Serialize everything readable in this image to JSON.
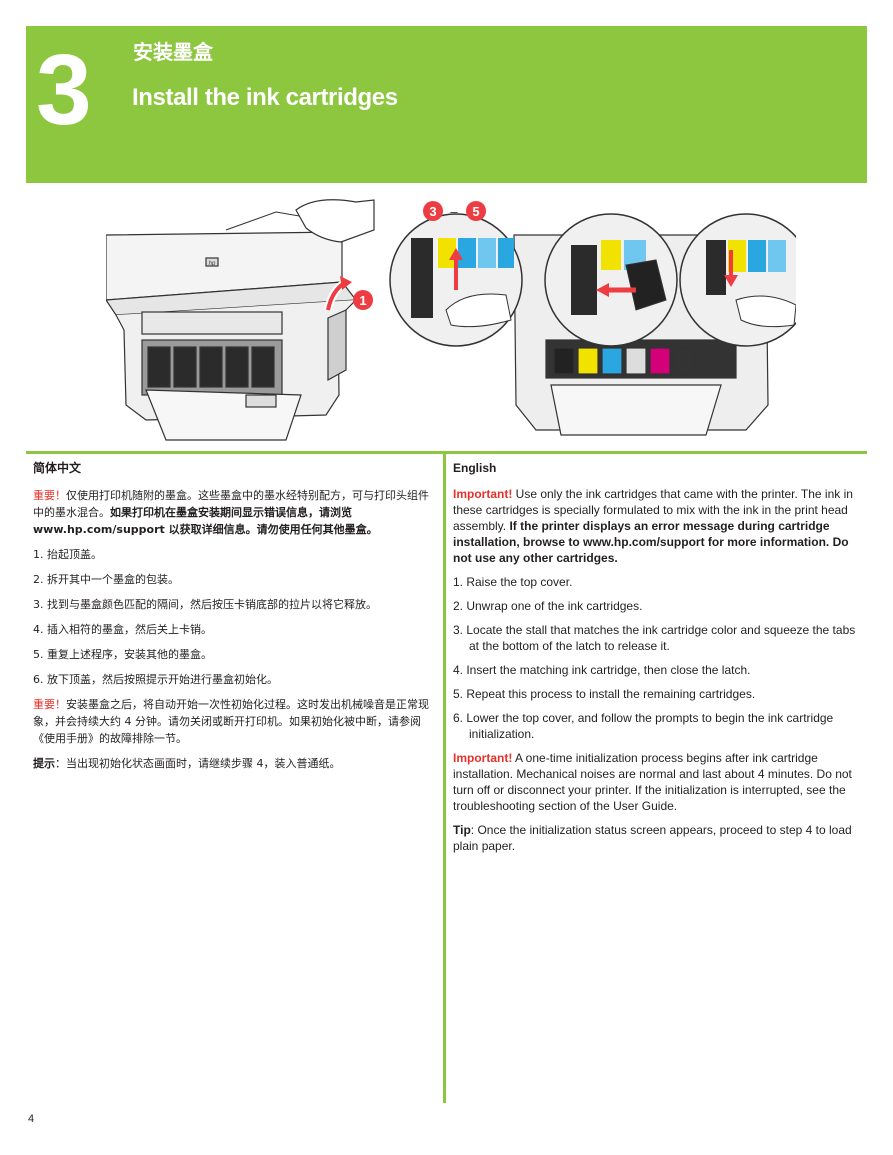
{
  "colors": {
    "accent": "#8dc63f",
    "red": "#e8312b",
    "badge": "#ee3d42"
  },
  "header": {
    "step_number": "3",
    "title_zh": "安装墨盒",
    "title_en": "Install the ink cartridges"
  },
  "illustration": {
    "badge_1": "1",
    "badge_3": "3",
    "badge_dash": "–",
    "badge_5": "5",
    "printer_logo": "hp"
  },
  "zh": {
    "heading": "简体中文",
    "important_label": "重要！",
    "important_text": "仅使用打印机随附的墨盒。这些墨盒中的墨水经特别配方，可与打印头组件中的墨水混合。",
    "important_bold": "如果打印机在墨盒安装期间显示错误信息，请浏览 www.hp.com/support 以获取详细信息。请勿使用任何其他墨盒。",
    "steps": [
      "1. 抬起顶盖。",
      "2. 拆开其中一个墨盒的包装。",
      "3. 找到与墨盒颜色匹配的隔间，然后按压卡销底部的拉片以将它释放。",
      "4. 插入相符的墨盒，然后关上卡销。",
      "5. 重复上述程序，安装其他的墨盒。",
      "6. 放下顶盖，然后按照提示开始进行墨盒初始化。"
    ],
    "important2_label": "重要！",
    "important2_text": "安装墨盒之后，将自动开始一次性初始化过程。这时发出机械噪音是正常现象，并会持续大约 4 分钟。请勿关闭或断开打印机。如果初始化被中断，请参阅《使用手册》的故障排除一节。",
    "tip_label": "提示",
    "tip_text": "：当出现初始化状态画面时，请继续步骤 4，装入普通纸。"
  },
  "en": {
    "heading": "English",
    "important_label": "Important!",
    "important_text": " Use only the ink cartridges that came with the printer. The ink in these cartridges is specially formulated to mix with the ink in the print head assembly. ",
    "important_bold": "If the printer displays an error message during cartridge installation, browse to www.hp.com/support for more information. Do not use any other cartridges.",
    "steps": [
      "1. Raise the top cover.",
      "2. Unwrap one of the ink cartridges.",
      "3. Locate the stall that matches the ink cartridge color and squeeze the tabs at the bottom of the latch to release it.",
      "4. Insert the matching ink cartridge, then close the latch.",
      "5. Repeat this process to install the remaining cartridges.",
      "6. Lower the top cover, and follow the prompts to begin the ink cartridge initialization."
    ],
    "important2_label": "Important!",
    "important2_text": " A one-time initialization process begins after ink cartridge installation. Mechanical noises are normal and last about 4 minutes. Do not turn off or disconnect your printer. If the initialization is interrupted, see the troubleshooting section of the User Guide.",
    "tip_label": "Tip",
    "tip_text": ": Once the initialization status screen appears, proceed to step 4 to load plain paper."
  },
  "page_number": "4"
}
